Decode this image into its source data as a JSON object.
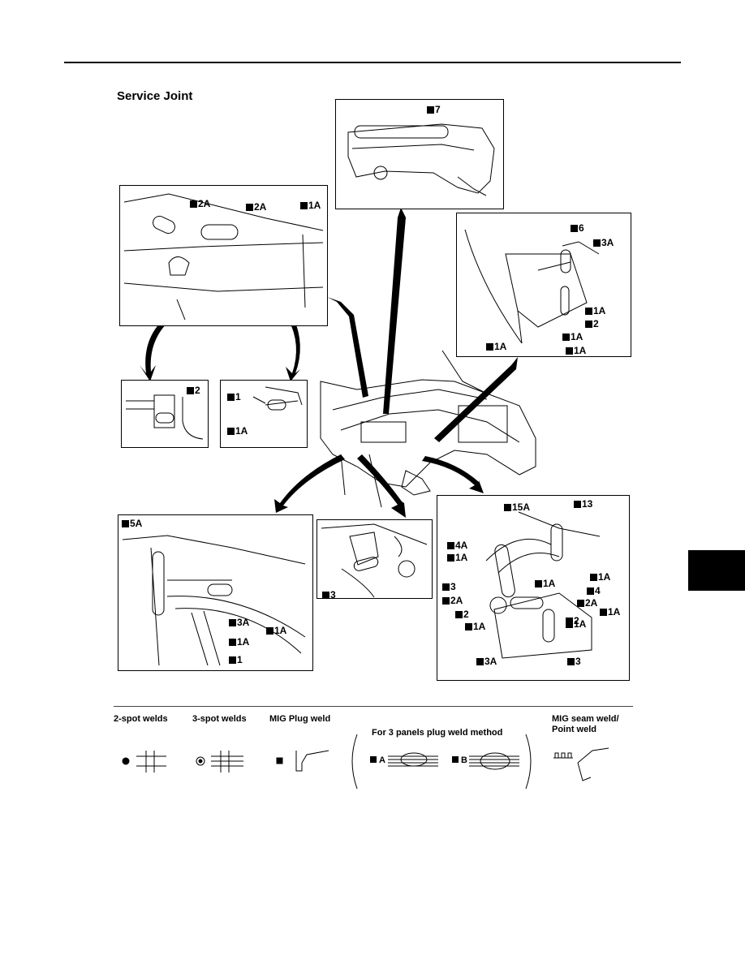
{
  "title": "Service Joint",
  "panels": {
    "p7": {
      "labels": [
        "7"
      ]
    },
    "p_top_left": {
      "labels": [
        "2A",
        "2A",
        "1A"
      ]
    },
    "p_right_top": {
      "labels": [
        "6",
        "3A",
        "1A",
        "2",
        "1A",
        "1A",
        "1A"
      ]
    },
    "p_small_a": {
      "labels": [
        "2"
      ]
    },
    "p_small_b": {
      "labels": [
        "1",
        "1A"
      ]
    },
    "p_bottom_left": {
      "labels": [
        "5A",
        "3A",
        "1A",
        "1A",
        "1"
      ]
    },
    "p_bottom_mid": {
      "labels": [
        "3"
      ]
    },
    "p_bottom_right": {
      "labels": [
        "15A",
        "13",
        "4A",
        "1A",
        "1A",
        "1A",
        "3",
        "4",
        "2A",
        "1A",
        "2A",
        "2",
        "2",
        "1A",
        "1A",
        "3A",
        "3"
      ]
    }
  },
  "legend": {
    "two_spot": "2-spot welds",
    "three_spot": "3-spot welds",
    "mig_plug": "MIG Plug weld",
    "three_panels": "For 3 panels plug weld method",
    "method_a": "A",
    "method_b": "B",
    "mig_seam_1": "MIG seam weld/",
    "mig_seam_2": "Point weld"
  },
  "colors": {
    "ink": "#000000",
    "paper": "#ffffff",
    "tab": "#000000"
  }
}
